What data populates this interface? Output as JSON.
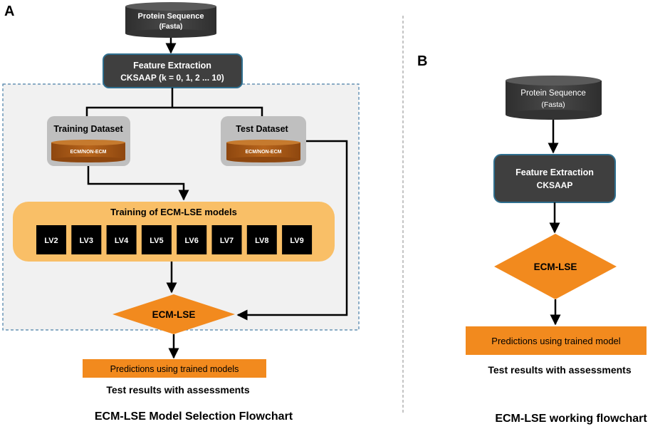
{
  "panel_a": {
    "letter": "A",
    "input": {
      "line1": "Protein Sequence",
      "line2": "(Fasta)"
    },
    "feature": {
      "line1": "Feature Extraction",
      "line2": "CKSAAP (k = 0, 1, 2 ... 10)"
    },
    "training": {
      "title": "Training Dataset",
      "db": "ECM/NON-ECM"
    },
    "test": {
      "title": "Test Dataset",
      "db": "ECM/NON-ECM"
    },
    "models": {
      "title": "Training of ECM-LSE models",
      "items": [
        "LV2",
        "LV3",
        "LV4",
        "LV5",
        "LV6",
        "LV7",
        "LV8",
        "LV9"
      ]
    },
    "ensemble": "ECM-LSE",
    "prediction": "Predictions using trained models",
    "results": "Test results with assessments",
    "caption": "ECM-LSE Model Selection Flowchart"
  },
  "panel_b": {
    "letter": "B",
    "input": {
      "line1": "Protein Sequence",
      "line2": "(Fasta)"
    },
    "feature": {
      "line1": "Feature Extraction",
      "line2": "CKSAAP"
    },
    "ensemble": "ECM-LSE",
    "prediction": "Predictions using trained model",
    "results": "Test results with assessments",
    "caption": "ECM-LSE working flowchart"
  },
  "colors": {
    "dark_box": "#3f3f3f",
    "dark_box_border": "#2f6f8f",
    "orange": "#f28a1e",
    "orange_light": "#f9bf67",
    "brown_db": "#a35412",
    "grey_panel": "#bfbfbf",
    "region_bg": "#f1f1f1",
    "region_border": "#4a7fa8"
  }
}
